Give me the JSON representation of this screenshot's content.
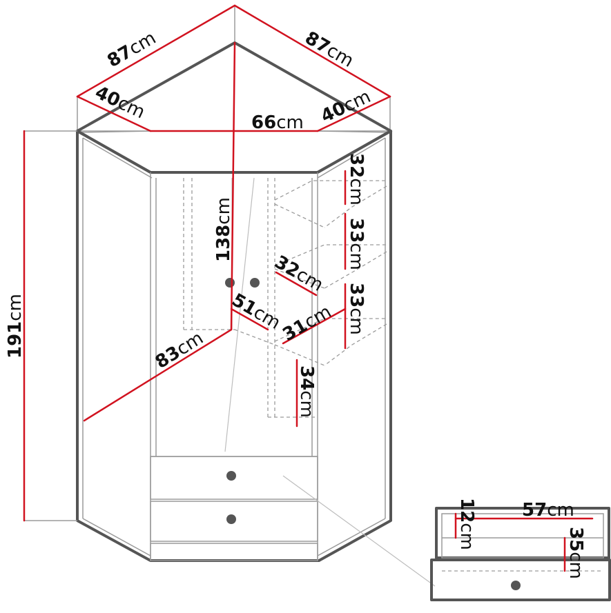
{
  "colors": {
    "dimension_line": "#d1121f",
    "outline": "#555555",
    "text": "#111111",
    "knob": "#555555"
  },
  "unit": "cm",
  "dimensions": {
    "top_left_width": "87",
    "top_right_width": "87",
    "side_left_depth": "40",
    "side_right_depth": "40",
    "front_width": "66",
    "total_height": "191",
    "hanging_height": "138",
    "diagonal_depth": "83",
    "inner_depth": "51",
    "shelf_1_height": "32",
    "shelf_2_height": "33",
    "shelf_3_height": "33",
    "shelf_4_height": "34",
    "shelf_depth_1": "32",
    "shelf_depth_2": "31",
    "drawer_width": "57",
    "drawer_inner_height": "12",
    "drawer_front_height": "35"
  },
  "icons": [
    "knob-icon",
    "drawer-knob-icon"
  ]
}
